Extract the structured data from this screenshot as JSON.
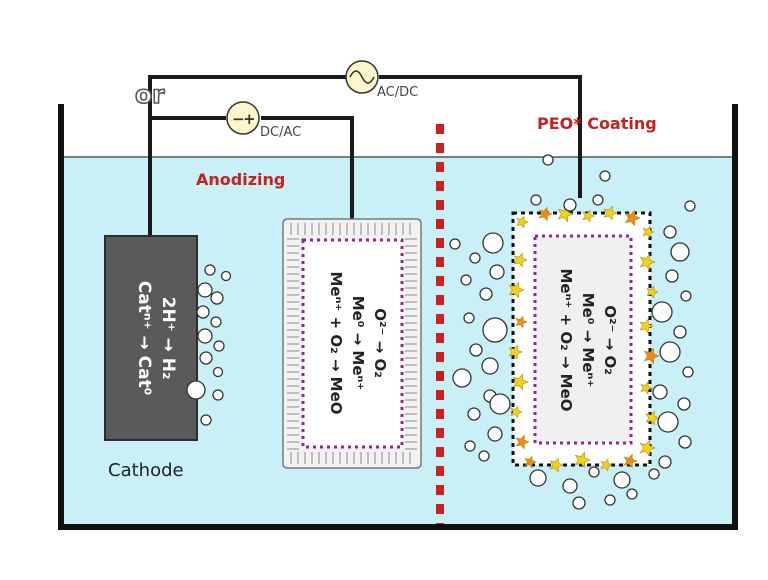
{
  "labels": {
    "or": "or",
    "ac_dc": "AC/DC",
    "dc_ac": "DC/AC",
    "peo_coating": "PEO* Coating",
    "anodizing": "Anodizing",
    "cathode": "Cathode"
  },
  "cathode_reactions": [
    "2H⁺ → H₂",
    "Catⁿ⁺ → Cat⁰"
  ],
  "anode_reactions": [
    "O²⁻ → O₂",
    "Me⁰ → Meⁿ⁺",
    "Meⁿ⁺ + O₂ → MeO"
  ],
  "peo_reactions": [
    "O²⁻ → O₂",
    "Me⁰ → Meⁿ⁺",
    "Meⁿ⁺ + O₂ → MeO"
  ],
  "colors": {
    "electrolyte": "#c9f0f7",
    "label_red": "#c8201c",
    "cathode_fill": "#5a5a5a",
    "coating_purple": "#8e2a8e",
    "spark_yellow": "#f2d21a",
    "spark_orange": "#f08a1a"
  }
}
